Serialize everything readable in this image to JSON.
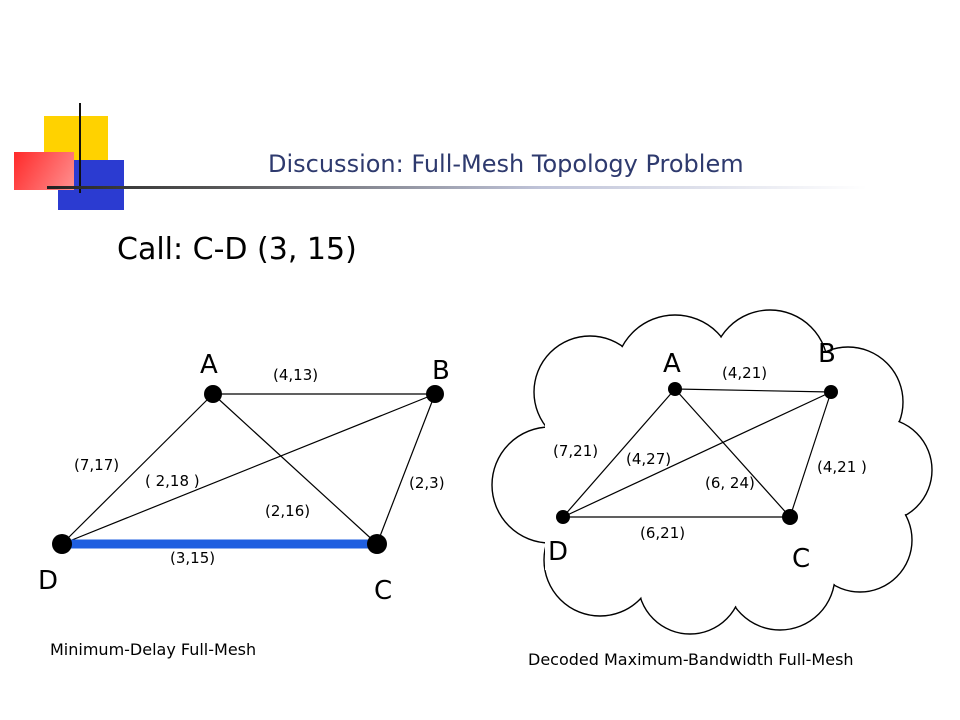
{
  "slide": {
    "title": "Discussion: Full-Mesh Topology Problem",
    "call": "Call: C-D (3, 15)",
    "accent_colors": {
      "yellow": "#ffd200",
      "red": "#ff4040",
      "blue": "#2b3bd1",
      "title": "#2e3a6e",
      "highlight": "#1f5fe0"
    }
  },
  "left_graph": {
    "caption": "Minimum-Delay Full-Mesh",
    "nodes": {
      "A": "A",
      "B": "B",
      "C": "C",
      "D": "D"
    },
    "edges": {
      "AB": "(4,13)",
      "AD": "(7,17)",
      "DB": "( 2,18 )",
      "AC": "(2,16)",
      "BC": "(2,3)",
      "DC": "(3,15)"
    },
    "highlighted_edge": "DC"
  },
  "right_graph": {
    "caption": "Decoded Maximum-Bandwidth Full-Mesh",
    "nodes": {
      "A": "A",
      "B": "B",
      "C": "C",
      "D": "D"
    },
    "edges": {
      "AB": "(4,21)",
      "AD": "(7,21)",
      "DB": "(4,27)",
      "AC": "(6, 24)",
      "BC": "(4,21 )",
      "DC": "(6,21)"
    }
  }
}
